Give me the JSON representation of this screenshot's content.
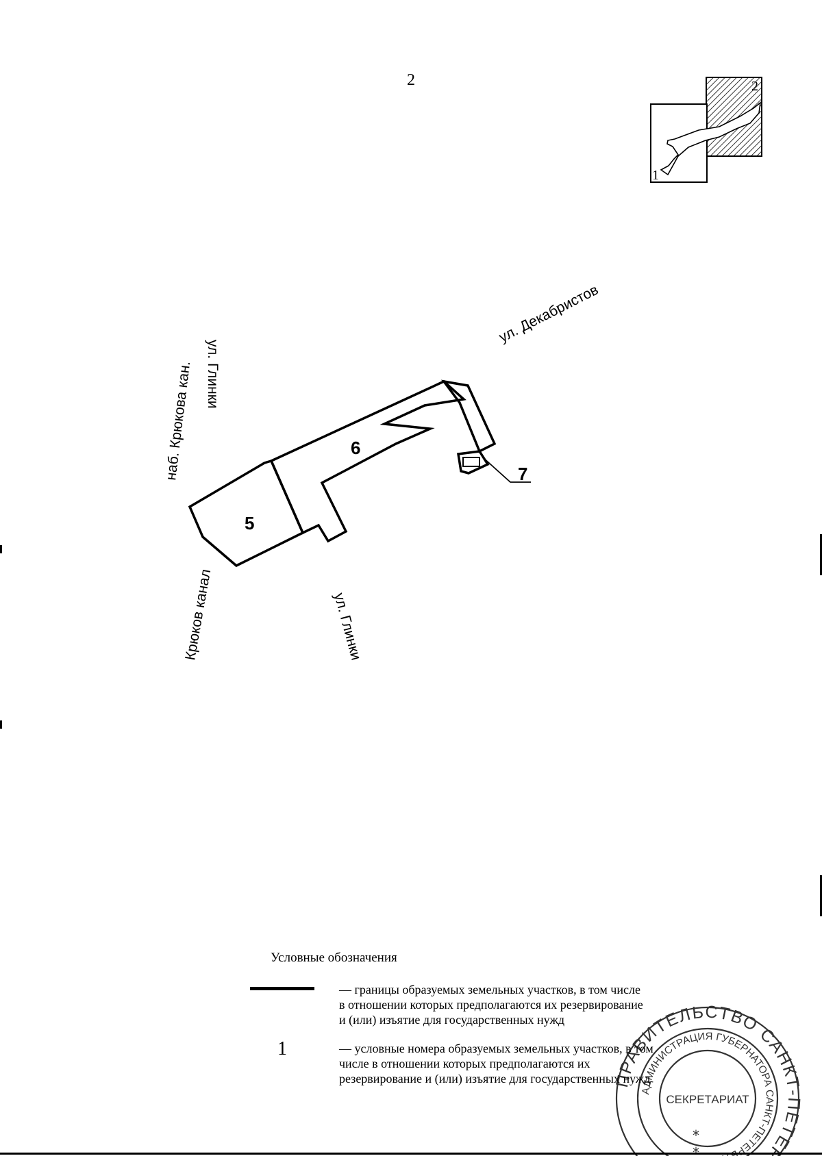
{
  "page_number": "2",
  "inset": {
    "label_1": "1",
    "label_2": "2"
  },
  "streets": {
    "dekabristov": "ул. Декабристов",
    "glinki_top": "ул. Глинки",
    "glinki_bottom": "ул. Глинки",
    "nab_kryukova": "наб. Крюкова кан.",
    "kryukov_kanal": "Крюков канал"
  },
  "parcels": {
    "p5": "5",
    "p6": "6",
    "p7": "7"
  },
  "legend": {
    "title": "Условные обозначения",
    "line_text": "— границы образуемых земельных участков, в том числе\nв отношении которых предполагаются их резервирование\nи (или) изъятие для государственных нужд",
    "number_symbol": "1",
    "number_text": "— условные номера образуемых земельных участков, в том\nчисле в отношении которых предполагаются их\nрезервирование и (или) изъятие для государственных нужд"
  },
  "stamp": {
    "outer_text": "ПРАВИТЕЛЬСТВО САНКТ-ПЕТЕРБУРГА",
    "inner_text": "АДМИНИСТРАЦИЯ ГУБЕРНАТОРА САНКТ-ПЕТЕРБУРГА",
    "center_text": "СЕКРЕТАРИАТ"
  }
}
